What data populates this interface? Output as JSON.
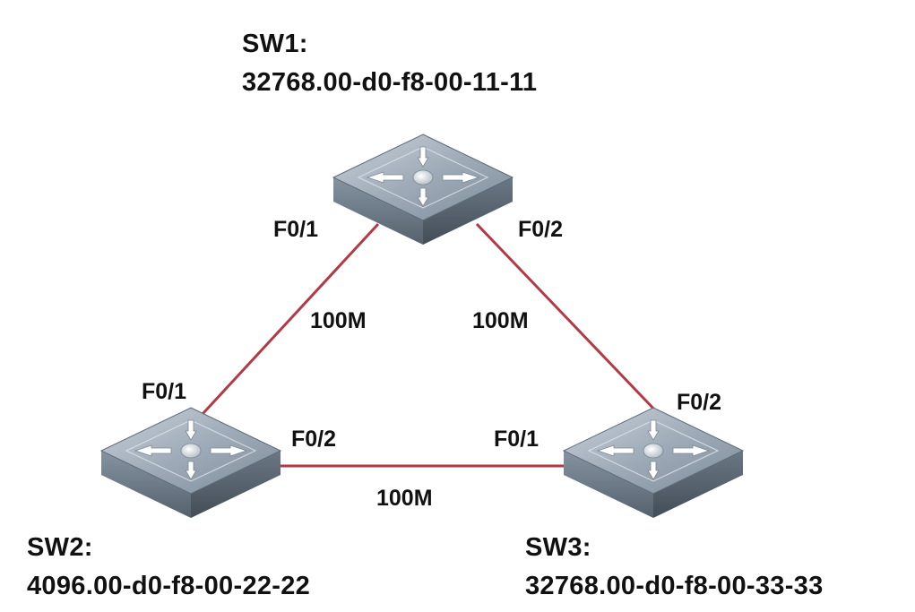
{
  "switches": {
    "sw1": {
      "name": "SW1:",
      "bridge_id": "32768.00-d0-f8-00-11-11"
    },
    "sw2": {
      "name": "SW2:",
      "bridge_id": "4096.00-d0-f8-00-22-22"
    },
    "sw3": {
      "name": "SW3:",
      "bridge_id": "32768.00-d0-f8-00-33-33"
    }
  },
  "links": {
    "sw1_sw2": {
      "speed": "100M",
      "sw1_port": "F0/1",
      "sw2_port": "F0/1"
    },
    "sw1_sw3": {
      "speed": "100M",
      "sw1_port": "F0/2",
      "sw3_port": "F0/2"
    },
    "sw2_sw3": {
      "speed": "100M",
      "sw2_port": "F0/2",
      "sw3_port": "F0/1"
    }
  },
  "colors": {
    "link": "#b23a44",
    "switch_top": "#9aa7b4",
    "switch_side": "#6e7c8a",
    "arrow": "#ffffff"
  },
  "icons": {
    "switch": "l3-switch-icon"
  }
}
